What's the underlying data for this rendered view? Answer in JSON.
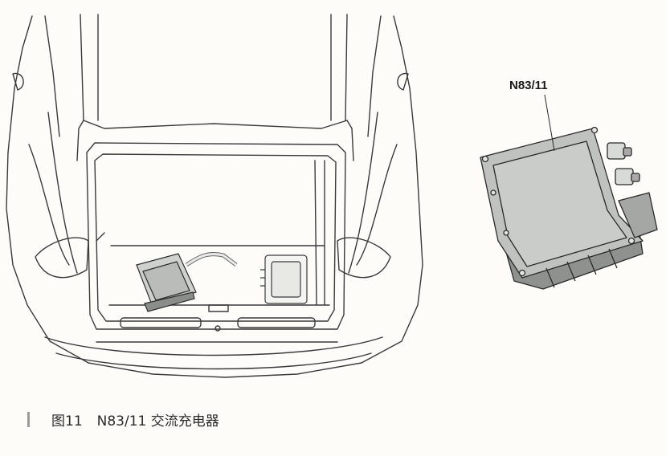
{
  "callout": {
    "part_label": "N83/11"
  },
  "caption": {
    "figure_number": "图11",
    "title": "N83/11 交流充电器"
  },
  "colors": {
    "line": "#3a3a3a",
    "charger_fill": "#bfc2bf",
    "background": "#fdfcf8"
  }
}
